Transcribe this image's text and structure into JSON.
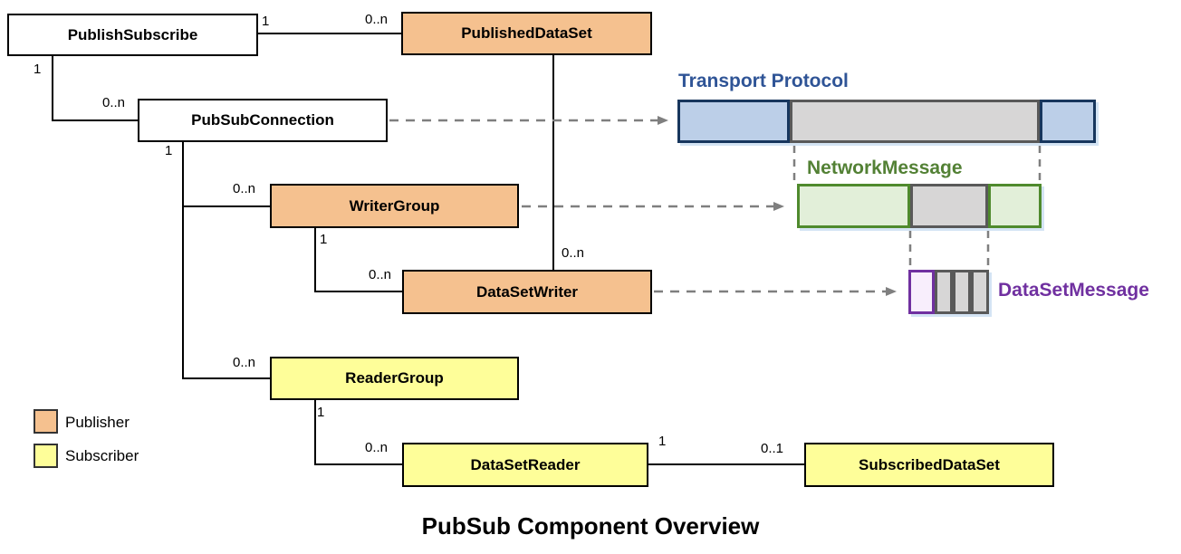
{
  "title": "PubSub Component Overview",
  "nodes": {
    "publishSubscribe": "PublishSubscribe",
    "publishedDataSet": "PublishedDataSet",
    "pubSubConnection": "PubSubConnection",
    "writerGroup": "WriterGroup",
    "dataSetWriter": "DataSetWriter",
    "readerGroup": "ReaderGroup",
    "dataSetReader": "DataSetReader",
    "subscribedDataSet": "SubscribedDataSet"
  },
  "message_layers": {
    "transport": "Transport Protocol",
    "network": "NetworkMessage",
    "dataset": "DataSetMessage"
  },
  "multiplicities": [
    "1",
    "0..n",
    "1",
    "0..n",
    "1",
    "0..n",
    "1",
    "0..n",
    "0..n",
    "0..n",
    "1",
    "0..n",
    "1",
    "0..1"
  ],
  "legend": {
    "items": [
      {
        "label": "Publisher",
        "color": "#F5C18F"
      },
      {
        "label": "Subscriber",
        "color": "#FEFE99"
      }
    ]
  },
  "colors": {
    "publisher_fill": "#F5C18F",
    "subscriber_fill": "#FEFE99",
    "node_border": "#000000",
    "transport_fill": "#BCCFE8",
    "transport_border": "#17365D",
    "transport_label": "#2F5496",
    "network_fill": "#E2EFD9",
    "network_border": "#4F8A2D",
    "network_label": "#538135",
    "dataset_fill": "#F8EEFC",
    "dataset_border": "#7030A0",
    "dataset_label": "#7030A0",
    "payload_gray_fill": "#D7D6D6",
    "payload_gray_border": "#595959",
    "connector_dashed": "#7F7F7F",
    "connector_solid": "#000000"
  }
}
